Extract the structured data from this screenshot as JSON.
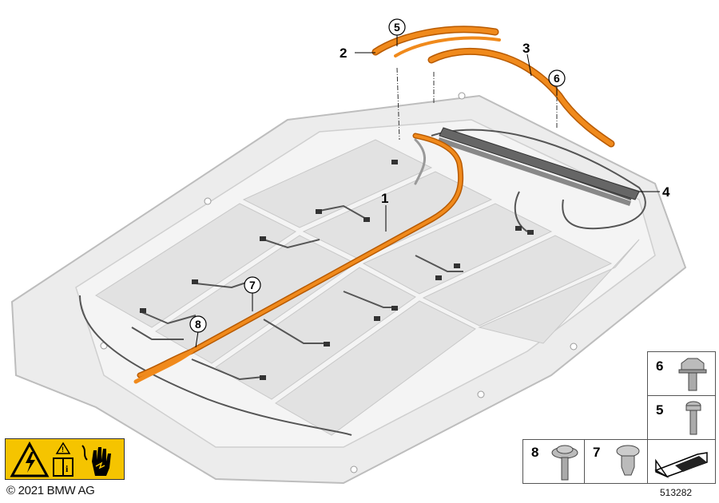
{
  "callouts": {
    "c1": "1",
    "c2": "2",
    "c3": "3",
    "c4": "4",
    "c5": "5",
    "c6": "6",
    "c7": "7",
    "c8": "8"
  },
  "parts_table": {
    "p6": "6",
    "p5": "5",
    "p8": "8",
    "p7": "7"
  },
  "footer": {
    "copyright": "© 2021 BMW AG",
    "reference": "513282"
  },
  "colors": {
    "harness_orange": "#f08a1c",
    "housing_grey": "#e6e6e6",
    "warning_yellow": "#f5c400"
  },
  "icons": [
    "high-voltage-warning-icon",
    "read-manual-icon",
    "do-not-touch-icon"
  ]
}
